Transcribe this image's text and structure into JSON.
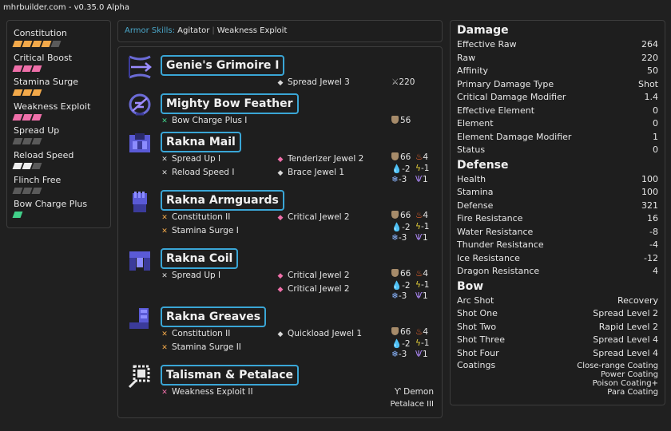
{
  "app_title": "mhrbuilder.com - v0.35.0 Alpha",
  "skills": [
    {
      "name": "Constitution",
      "level": 4,
      "max": 5,
      "color": "#f3a94a"
    },
    {
      "name": "Critical Boost",
      "level": 3,
      "max": 3,
      "color": "#ef6fa9"
    },
    {
      "name": "Stamina Surge",
      "level": 3,
      "max": 3,
      "color": "#f3a94a"
    },
    {
      "name": "Weakness Exploit",
      "level": 3,
      "max": 3,
      "color": "#ef6fa9"
    },
    {
      "name": "Spread Up",
      "level": 0,
      "max": 3,
      "color": "#efefef"
    },
    {
      "name": "Reload Speed",
      "level": 2,
      "max": 3,
      "color": "#efefef"
    },
    {
      "name": "Flinch Free",
      "level": 0,
      "max": 3,
      "color": "#efefef"
    },
    {
      "name": "Bow Charge Plus",
      "level": 1,
      "max": 1,
      "color": "#41d089"
    }
  ],
  "armor_skills_bar": {
    "label": "Armor Skills:",
    "items": [
      "Agitator",
      "Weakness Exploit"
    ]
  },
  "equipment": {
    "weapon": {
      "name": "Genie's Grimoire I",
      "deco1": "Spread Jewel 3",
      "attack": "220"
    },
    "kinsect": {
      "name": "Mighty Bow Feather",
      "skill1": "Bow Charge Plus I",
      "defense": "56"
    },
    "head": {
      "name": "Rakna Mail",
      "skill1": "Spread Up I",
      "skill2": "Reload Speed I",
      "deco1": "Tenderizer Jewel 2",
      "deco2": "Brace Jewel 1",
      "def": "66",
      "fire": "4",
      "water": "-2",
      "thunder": "-1",
      "ice": "-3",
      "dragon": "1"
    },
    "arms": {
      "name": "Rakna Armguards",
      "skill1": "Constitution II",
      "skill2": "Stamina Surge I",
      "deco1": "Critical Jewel 2",
      "def": "66",
      "fire": "4",
      "water": "-2",
      "thunder": "-1",
      "ice": "-3",
      "dragon": "1"
    },
    "waist": {
      "name": "Rakna Coil",
      "skill1": "Spread Up I",
      "deco1": "Critical Jewel 2",
      "deco2": "Critical Jewel 2",
      "def": "66",
      "fire": "4",
      "water": "-2",
      "thunder": "-1",
      "ice": "-3",
      "dragon": "1"
    },
    "legs": {
      "name": "Rakna Greaves",
      "skill1": "Constitution II",
      "skill2": "Stamina Surge II",
      "deco1": "Quickload Jewel 1",
      "def": "66",
      "fire": "4",
      "water": "-2",
      "thunder": "-1",
      "ice": "-3",
      "dragon": "1"
    },
    "talisman": {
      "name": "Talisman & Petalace",
      "skill1": "Weakness Exploit II",
      "petalace_line1": "Demon",
      "petalace_line2": "Petalace III"
    }
  },
  "stats": {
    "damage_title": "Damage",
    "damage": [
      {
        "label": "Effective Raw",
        "value": "264"
      },
      {
        "label": "Raw",
        "value": "220"
      },
      {
        "label": "Affinity",
        "value": "50"
      },
      {
        "label": "Primary Damage Type",
        "value": "Shot"
      },
      {
        "label": "Critical Damage Modifier",
        "value": "1.4"
      },
      {
        "label": "Effective Element",
        "value": "0"
      },
      {
        "label": "Element",
        "value": "0"
      },
      {
        "label": "Element Damage Modifier",
        "value": "1"
      },
      {
        "label": "Status",
        "value": "0"
      }
    ],
    "defense_title": "Defense",
    "defense": [
      {
        "label": "Health",
        "value": "100"
      },
      {
        "label": "Stamina",
        "value": "100"
      },
      {
        "label": "Defense",
        "value": "321"
      },
      {
        "label": "Fire Resistance",
        "value": "16"
      },
      {
        "label": "Water Resistance",
        "value": "-8"
      },
      {
        "label": "Thunder Resistance",
        "value": "-4"
      },
      {
        "label": "Ice Resistance",
        "value": "-12"
      },
      {
        "label": "Dragon Resistance",
        "value": "4"
      }
    ],
    "bow_title": "Bow",
    "bow": [
      {
        "label": "Arc Shot",
        "value": "Recovery"
      },
      {
        "label": "Shot One",
        "value": "Spread Level 2"
      },
      {
        "label": "Shot Two",
        "value": "Rapid Level 2"
      },
      {
        "label": "Shot Three",
        "value": "Spread Level 4"
      },
      {
        "label": "Shot Four",
        "value": "Spread Level 4"
      }
    ],
    "coatings_label": "Coatings",
    "coatings": [
      "Close-range Coating",
      "Power Coating",
      "Poison Coating+",
      "Para Coating"
    ]
  }
}
